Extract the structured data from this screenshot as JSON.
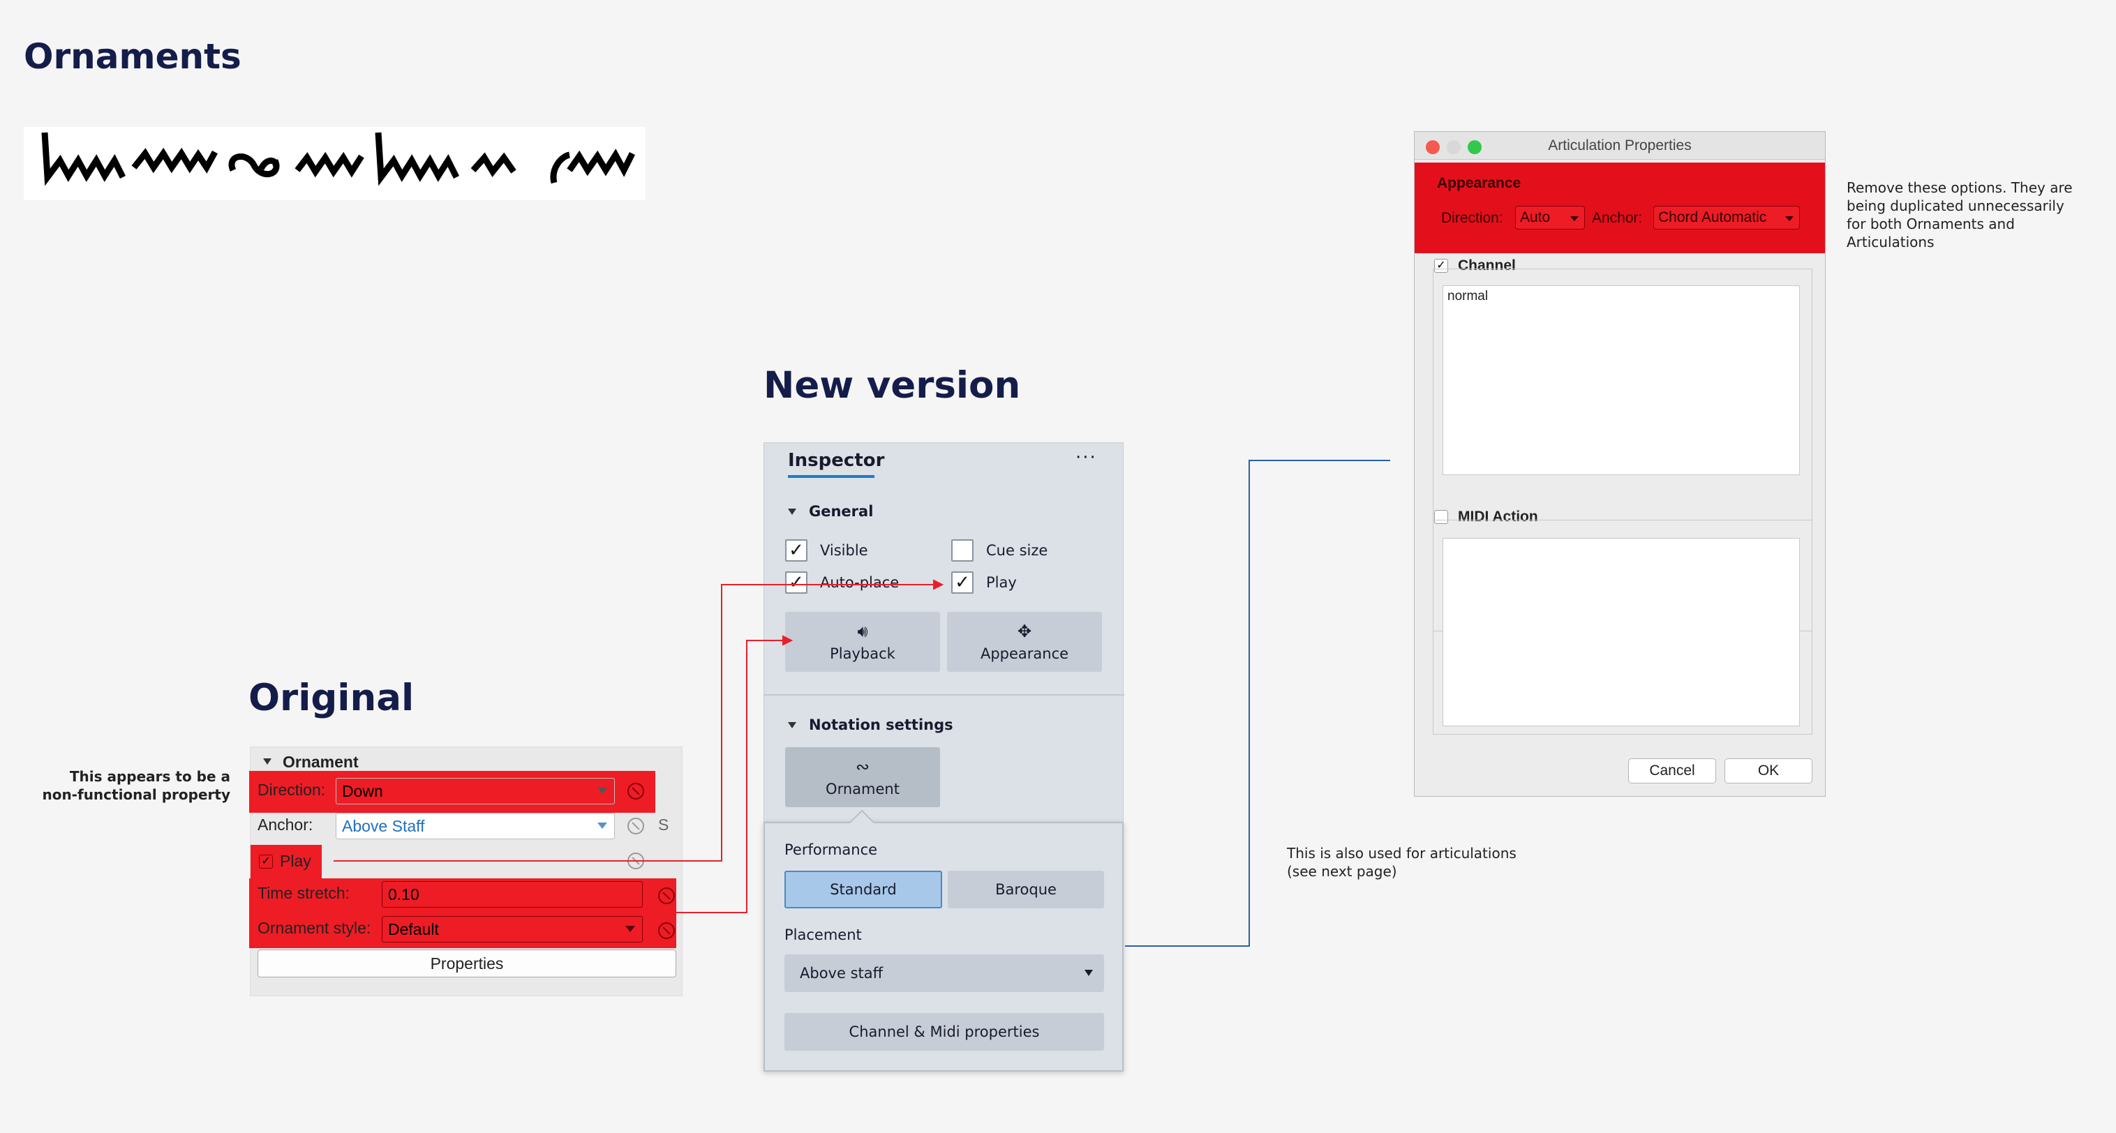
{
  "headings": {
    "ornaments": "Ornaments",
    "new_version": "New version",
    "original": "Original"
  },
  "notes": {
    "non_functional": "This appears to be a non-functional property",
    "remove_options": "Remove these options. They are being duplicated unnecessarily for both Ornaments and Articulations",
    "articulations": "This is also used for articulations (see next page)"
  },
  "original": {
    "section_title": "Ornament",
    "direction_label": "Direction:",
    "direction_value": "Down",
    "anchor_label": "Anchor:",
    "anchor_value": "Above Staff",
    "anchor_suffix": "S",
    "play_label": "Play",
    "time_stretch_label": "Time stretch:",
    "time_stretch_value": "0.10",
    "ornament_style_label": "Ornament style:",
    "ornament_style_value": "Default",
    "properties_button": "Properties"
  },
  "inspector": {
    "title": "Inspector",
    "menu_glyph": "···",
    "general_label": "General",
    "visible_label": "Visible",
    "cue_size_label": "Cue size",
    "auto_place_label": "Auto-place",
    "play_label": "Play",
    "playback_button": "Playback",
    "appearance_button": "Appearance",
    "notation_settings_label": "Notation settings",
    "ornament_button": "Ornament",
    "performance_label": "Performance",
    "standard_option": "Standard",
    "baroque_option": "Baroque",
    "placement_label": "Placement",
    "placement_value": "Above staff",
    "channel_midi_button": "Channel & Midi properties",
    "check_glyph": "✓"
  },
  "dialog": {
    "title": "Articulation Properties",
    "appearance_label": "Appearance",
    "direction_label": "Direction:",
    "direction_value": "Auto",
    "anchor_label": "Anchor:",
    "anchor_value": "Chord Automatic",
    "channel_label": "Channel",
    "channel_item": "normal",
    "midi_action_label": "MIDI Action",
    "cancel_button": "Cancel",
    "ok_button": "OK",
    "check_glyph": "✓"
  },
  "colors": {
    "highlight_red": "#ee1c25",
    "heading_navy": "#141d4a",
    "connector_red": "#e8202a",
    "connector_blue": "#2a5fa8",
    "inspector_bg": "#dce1e7",
    "accent_blue": "#1f7ac2"
  },
  "icons": [
    "speaker-icon",
    "move-icon",
    "turn-ornament-icon",
    "dropdown-caret-icon",
    "reset-icon",
    "checkbox-check-icon"
  ]
}
